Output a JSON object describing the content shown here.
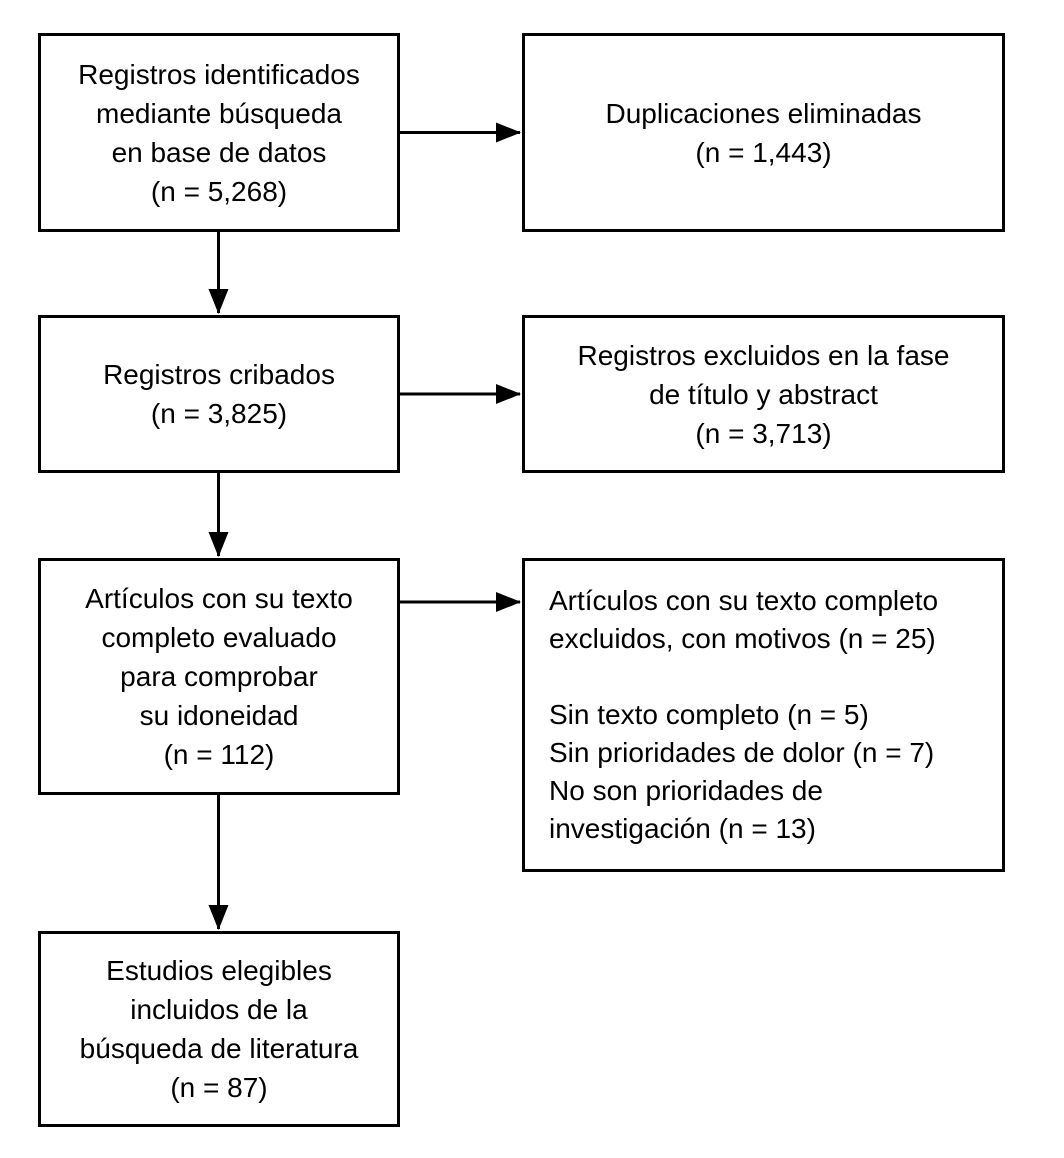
{
  "diagram": {
    "type": "flowchart",
    "language": "es",
    "boxes": [
      {
        "id": "records-identified",
        "text": "Registros identificados\nmediante búsqueda\nen base de datos\n(n = 5,268)",
        "n": 5268
      },
      {
        "id": "duplicates-removed",
        "text": "Duplicaciones eliminadas\n(n = 1,443)",
        "n": 1443
      },
      {
        "id": "records-screened",
        "text": "Registros cribados\n(n = 3,825)",
        "n": 3825
      },
      {
        "id": "records-excluded-title-abstract",
        "text": "Registros excluidos en la fase\nde título y abstract\n(n = 3,713)",
        "n": 3713
      },
      {
        "id": "fulltext-assessed",
        "text": "Artículos con su texto\ncompleto evaluado\npara comprobar\nsu idoneidad\n(n = 112)",
        "n": 112
      },
      {
        "id": "fulltext-excluded",
        "text": "Artículos con su texto completo\nexcluidos, con motivos (n = 25)\n\nSin texto completo (n = 5)\nSin prioridades de dolor (n = 7)\nNo son prioridades de\ninvestigación (n = 13)",
        "n": 25,
        "reasons": [
          {
            "label": "Sin texto completo",
            "n": 5
          },
          {
            "label": "Sin prioridades de dolor",
            "n": 7
          },
          {
            "label": "No son prioridades de investigación",
            "n": 13
          }
        ]
      },
      {
        "id": "studies-included",
        "text": "Estudios elegibles\nincluidos de la\nbúsqueda de literatura\n(n = 87)",
        "n": 87
      }
    ],
    "arrows": [
      {
        "from": "records-identified",
        "to": "duplicates-removed"
      },
      {
        "from": "records-identified",
        "to": "records-screened"
      },
      {
        "from": "records-screened",
        "to": "records-excluded-title-abstract"
      },
      {
        "from": "records-screened",
        "to": "fulltext-assessed"
      },
      {
        "from": "fulltext-assessed",
        "to": "fulltext-excluded"
      },
      {
        "from": "fulltext-assessed",
        "to": "studies-included"
      }
    ],
    "colors": {
      "background": "#ffffff",
      "box_border": "#000000",
      "text": "#000000",
      "arrow": "#000000"
    }
  }
}
